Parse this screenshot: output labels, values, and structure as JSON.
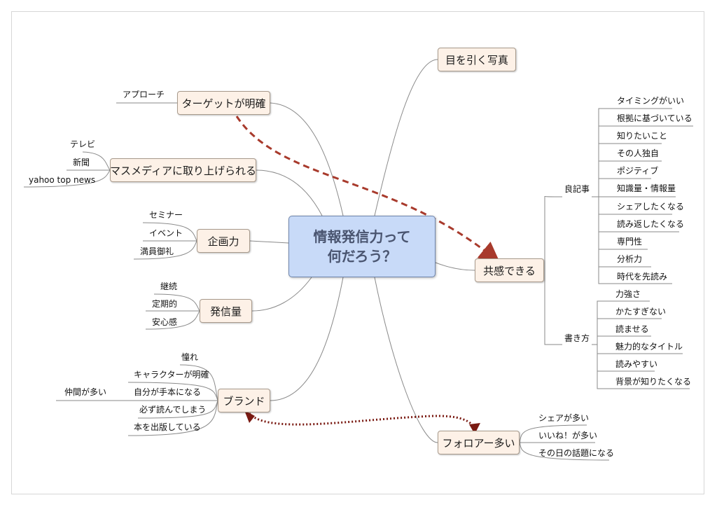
{
  "center": {
    "line1": "情報発信力って",
    "line2": "何だろう？"
  },
  "branches": {
    "target": "ターゲットが明確",
    "massmedia": "マスメディアに取り上げられる",
    "planning": "企画力",
    "volume": "発信量",
    "brand": "ブランド",
    "photo": "目を引く写真",
    "empathy": "共感できる",
    "followers": "フォロアー多い"
  },
  "target_items": [
    "アプローチ"
  ],
  "massmedia_items": [
    "テレビ",
    "新聞",
    "yahoo top news"
  ],
  "planning_items": [
    "セミナー",
    "イベント",
    "満員御礼"
  ],
  "volume_items": [
    "継続",
    "定期的",
    "安心感"
  ],
  "brand_items": [
    "憧れ",
    "キャラクターが明確",
    "自分が手本になる",
    "必ず読んでしまう",
    "本を出版している"
  ],
  "brand_sub": "仲間が多い",
  "empathy_groups": {
    "good_article": "良記事",
    "writing": "書き方"
  },
  "good_article_items": [
    "タイミングがいい",
    "根拠に基づいている",
    "知りたいこと",
    "その人独自",
    "ポジティブ",
    "知識量・情報量",
    "シェアしたくなる",
    "読み返したくなる",
    "専門性",
    "分析力",
    "時代を先読み"
  ],
  "writing_items": [
    "力強さ",
    "かたすぎない",
    "読ませる",
    "魅力的なタイトル",
    "読みやすい",
    "背景が知りたくなる"
  ],
  "followers_items": [
    "シェアが多い",
    "いいね！が多い",
    "その日の話題になる"
  ],
  "colors": {
    "arrow": "#a83a2c",
    "line": "#8a8a8a",
    "center_fill": "#c8daf8",
    "node_fill": "#fdf1e7"
  }
}
